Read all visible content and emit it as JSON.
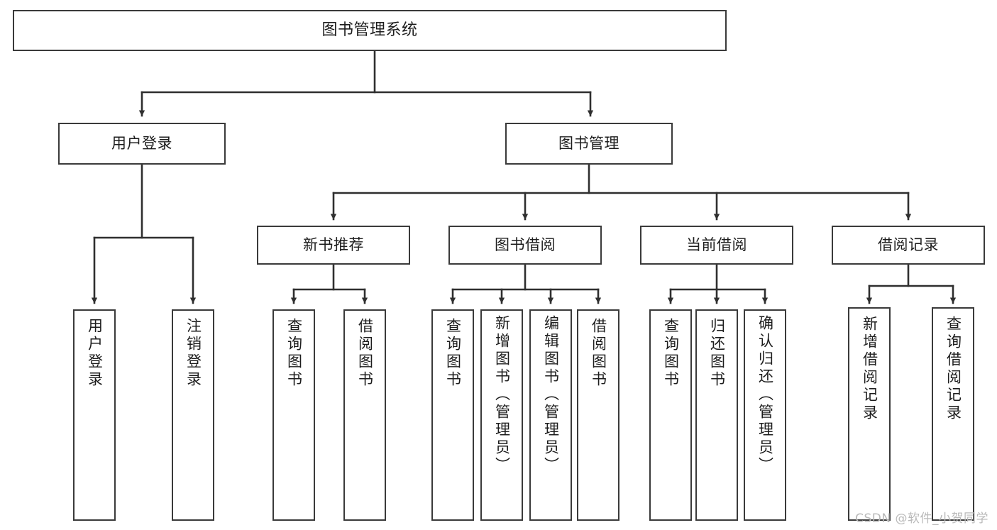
{
  "diagram": {
    "title": "图书管理系统",
    "type": "tree",
    "watermark": "CSDN @软件_小贺同学",
    "colors": {
      "background": "#ffffff",
      "node_border": "#3a3a3a",
      "node_fill": "#ffffff",
      "edge": "#2f2f2f",
      "text": "#1d1d1d",
      "watermark": "#b9b9b9"
    },
    "levels": {
      "root": {
        "label": "图书管理系统"
      },
      "level2": [
        {
          "label": "用户登录"
        },
        {
          "label": "图书管理"
        }
      ],
      "level3": [
        {
          "label": "新书推荐"
        },
        {
          "label": "图书借阅"
        },
        {
          "label": "当前借阅"
        },
        {
          "label": "借阅记录"
        }
      ],
      "leaves": [
        {
          "label": "用户登录",
          "parent": "用户登录"
        },
        {
          "label": "注销登录",
          "parent": "用户登录"
        },
        {
          "label": "查询图书",
          "parent": "新书推荐"
        },
        {
          "label": "借阅图书",
          "parent": "新书推荐"
        },
        {
          "label": "查询图书",
          "parent": "图书借阅"
        },
        {
          "label": "新增图书（管理员）",
          "parent": "图书借阅"
        },
        {
          "label": "编辑图书（管理员）",
          "parent": "图书借阅"
        },
        {
          "label": "借阅图书",
          "parent": "图书借阅"
        },
        {
          "label": "查询图书",
          "parent": "当前借阅"
        },
        {
          "label": "归还图书",
          "parent": "当前借阅"
        },
        {
          "label": "确认归还（管理员）",
          "parent": "当前借阅"
        },
        {
          "label": "新增借阅记录",
          "parent": "借阅记录"
        },
        {
          "label": "查询借阅记录",
          "parent": "借阅记录"
        }
      ]
    }
  }
}
